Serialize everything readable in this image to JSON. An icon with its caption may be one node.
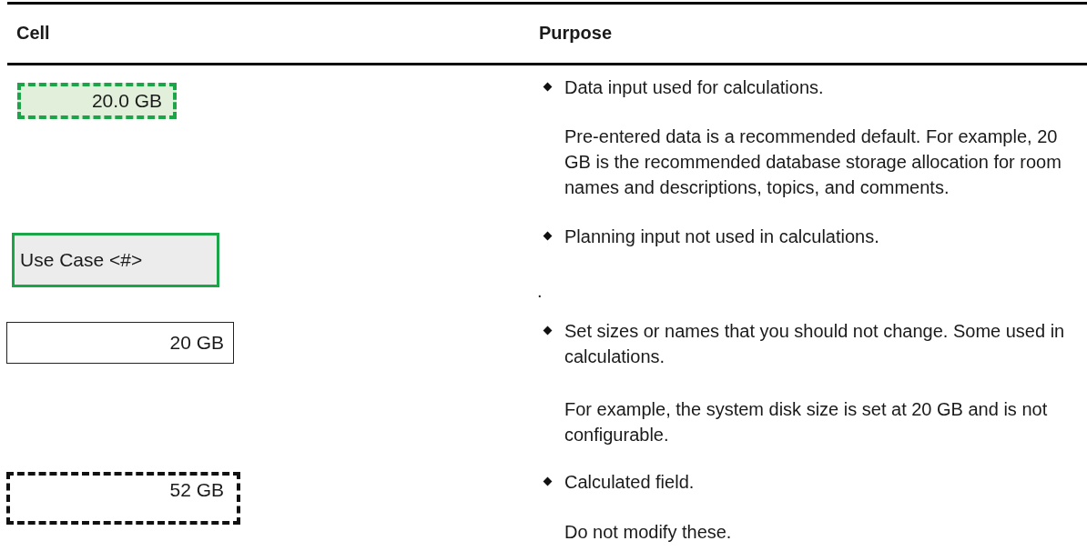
{
  "diagram": {
    "nodes": [
      {
        "text": [
          "20.0 GB"
        ]
      },
      {
        "text": [
          "Use Case <#>"
        ]
      },
      {
        "text": [
          "20 GB"
        ]
      },
      {
        "text": [
          "52 GB"
        ]
      }
    ],
    "labels": [
      "Cell",
      "Purpose",
      "Data input used for calculations.",
      "Pre-entered data is a recommended default. For example, 20 GB is the recommended database storage allocation for room names and descriptions, topics, and comments.",
      "Planning input not used in calculations.",
      ".",
      "Set sizes or names that you should not change. Some used in calculations.",
      "For example, the system disk size is set at 20 GB and is not configurable.",
      "Calculated field.",
      "Do not modify these."
    ]
  }
}
